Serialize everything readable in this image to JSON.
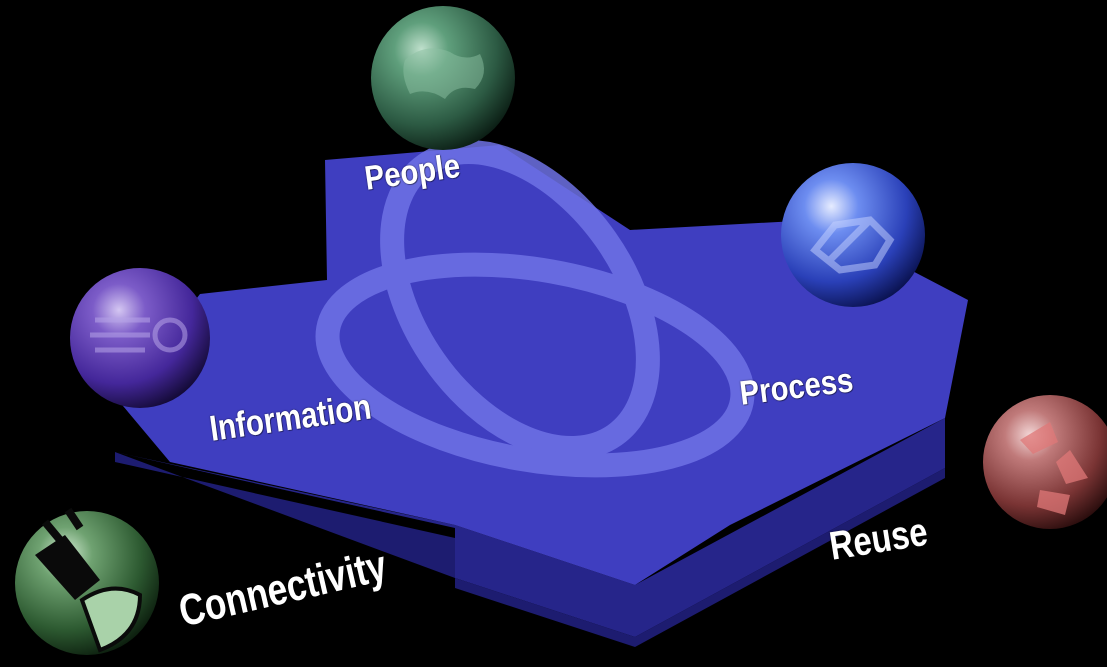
{
  "diagram": {
    "labels": {
      "people": "People",
      "process": "Process",
      "information": "Information",
      "reuse": "Reuse",
      "connectivity": "Connectivity"
    },
    "colors": {
      "background": "#000000",
      "platform_top": "#3f3ec0",
      "platform_side": "#26258a",
      "rings": "#6f72e6",
      "people_sphere": "#3e7a5c",
      "process_sphere": "#3e5fd8",
      "information_sphere": "#5c3cb0",
      "reuse_sphere": "#b06060",
      "connectivity_sphere": "#4a8050"
    },
    "icons": {
      "people": "globe-texture-icon",
      "process": "gear-texture-icon",
      "information": "data-texture-icon",
      "reuse": "recycle-arrows-icon",
      "connectivity": "plug-icon"
    }
  }
}
